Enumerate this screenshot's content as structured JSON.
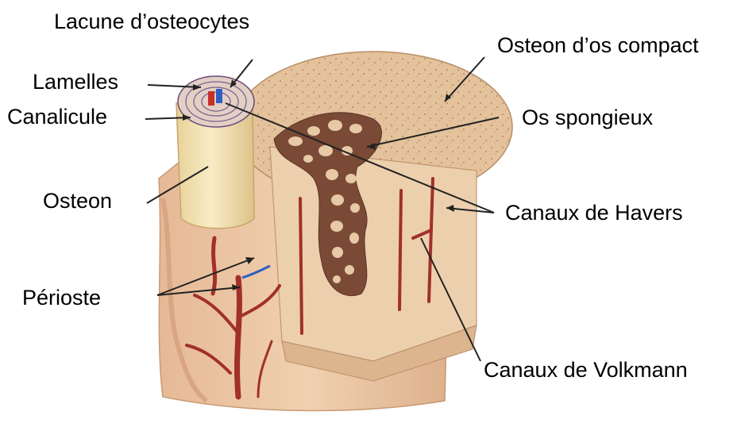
{
  "labels": {
    "lacune": "Lacune d’osteocytes",
    "lamelles": "Lamelles",
    "canalicule": "Canalicule",
    "osteon": "Osteon",
    "perioste": "Périoste",
    "osteon_compact": "Osteon d’os compact",
    "os_spongieux": "Os spongieux",
    "canaux_havers": "Canaux de Havers",
    "canaux_volkmann": "Canaux de Volkmann"
  },
  "colors": {
    "bone": "#e9c9a3",
    "bone_dark": "#c99c72",
    "compact_top": "#e7caa2",
    "spongy": "#7a4a36",
    "vessel": "#a1302a",
    "osteon_cylinder": "#f3e2b3",
    "leader_line": "#222222"
  }
}
